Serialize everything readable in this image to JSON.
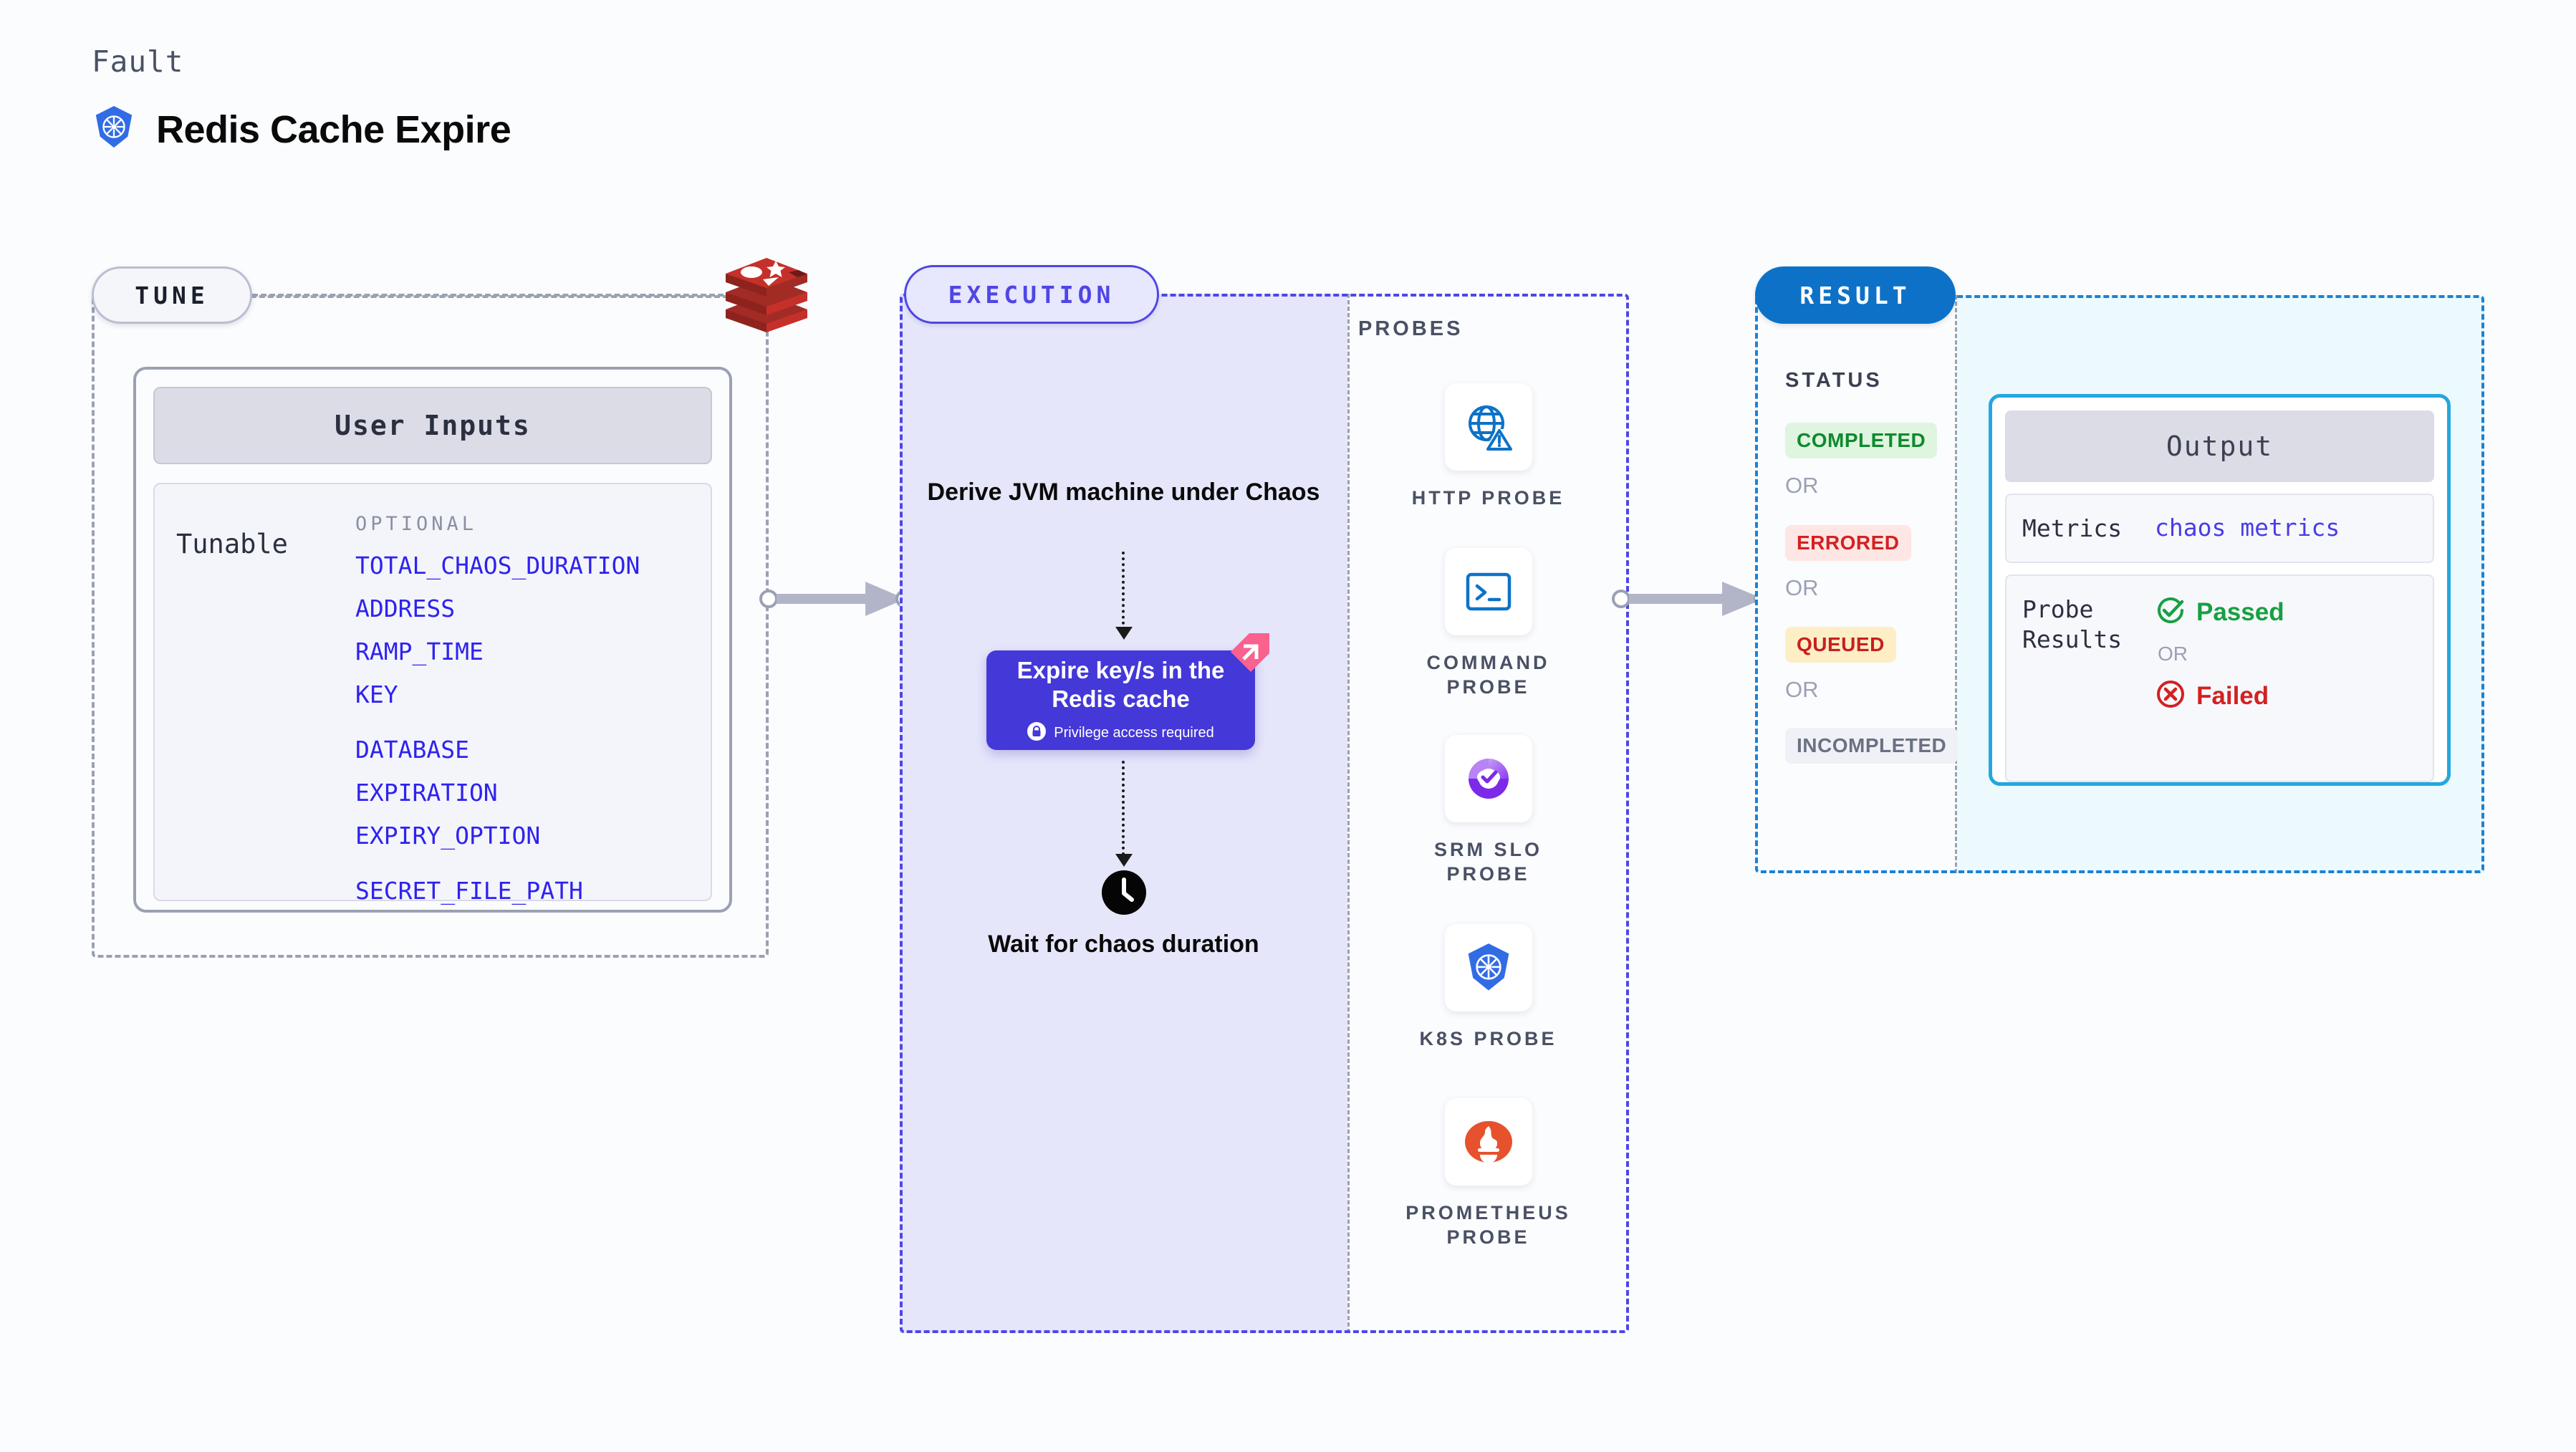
{
  "header": {
    "eyebrow": "Fault",
    "title": "Redis Cache Expire",
    "logo_icon": "kubernetes-icon"
  },
  "tune": {
    "pill_label": "TUNE",
    "source_logo": "redis-logo",
    "card": {
      "header": "User Inputs",
      "tunable_label": "Tunable",
      "optional_label": "OPTIONAL",
      "items": [
        {
          "name": "TOTAL_CHAOS_DURATION",
          "gap_after": false
        },
        {
          "name": "ADDRESS",
          "gap_after": false
        },
        {
          "name": "RAMP_TIME",
          "gap_after": false
        },
        {
          "name": "KEY",
          "gap_after": true
        },
        {
          "name": "DATABASE",
          "gap_after": false
        },
        {
          "name": "EXPIRATION",
          "gap_after": false
        },
        {
          "name": "EXPIRY_OPTION",
          "gap_after": true
        },
        {
          "name": "SECRET_FILE_PATH",
          "gap_after": false
        }
      ]
    }
  },
  "execution": {
    "pill_label": "EXECUTION",
    "derive_text": "Derive JVM machine under Chaos",
    "action_card": {
      "title": "Expire key/s in the Redis cache",
      "privilege_text": "Privilege access required",
      "privilege_icon": "lock-icon",
      "ribbon_icon": "ribbon-icon"
    },
    "wait_node": {
      "icon": "clock-icon",
      "text": "Wait for chaos duration"
    },
    "probes": {
      "title": "PROBES",
      "items": [
        {
          "label": "HTTP PROBE",
          "icon": "globe-warning-icon"
        },
        {
          "label": "COMMAND\nPROBE",
          "icon": "terminal-icon"
        },
        {
          "label": "SRM SLO\nPROBE",
          "icon": "srm-slo-icon"
        },
        {
          "label": "K8S PROBE",
          "icon": "kubernetes-icon"
        },
        {
          "label": "PROMETHEUS\nPROBE",
          "icon": "prometheus-icon"
        }
      ]
    }
  },
  "result": {
    "pill_label": "RESULT",
    "status": {
      "title": "STATUS",
      "or_label": "OR",
      "badges": [
        {
          "label": "COMPLETED",
          "bg": "#dff5e0",
          "fg": "#0f8a2e"
        },
        {
          "label": "ERRORED",
          "bg": "#fde6e4",
          "fg": "#d32121"
        },
        {
          "label": "QUEUED",
          "bg": "#fdeec5",
          "fg": "#c81f1f"
        },
        {
          "label": "INCOMPLETED",
          "bg": "#f0f1f6",
          "fg": "#6b7183"
        }
      ]
    },
    "output": {
      "header": "Output",
      "metrics_key": "Metrics",
      "metrics_value": "chaos metrics",
      "probe_results_key": "Probe Results",
      "passed_label": "Passed",
      "passed_icon": "check-circle-icon",
      "or_label": "OR",
      "failed_label": "Failed",
      "failed_icon": "x-circle-icon"
    }
  },
  "colors": {
    "accent_purple": "#4f46e5",
    "accent_blue": "#0d72c7",
    "accent_cyan": "#25a6e0",
    "tunable_text": "#2f22ef",
    "redis_red": "#c6302b",
    "k8s_blue": "#326ce5"
  }
}
